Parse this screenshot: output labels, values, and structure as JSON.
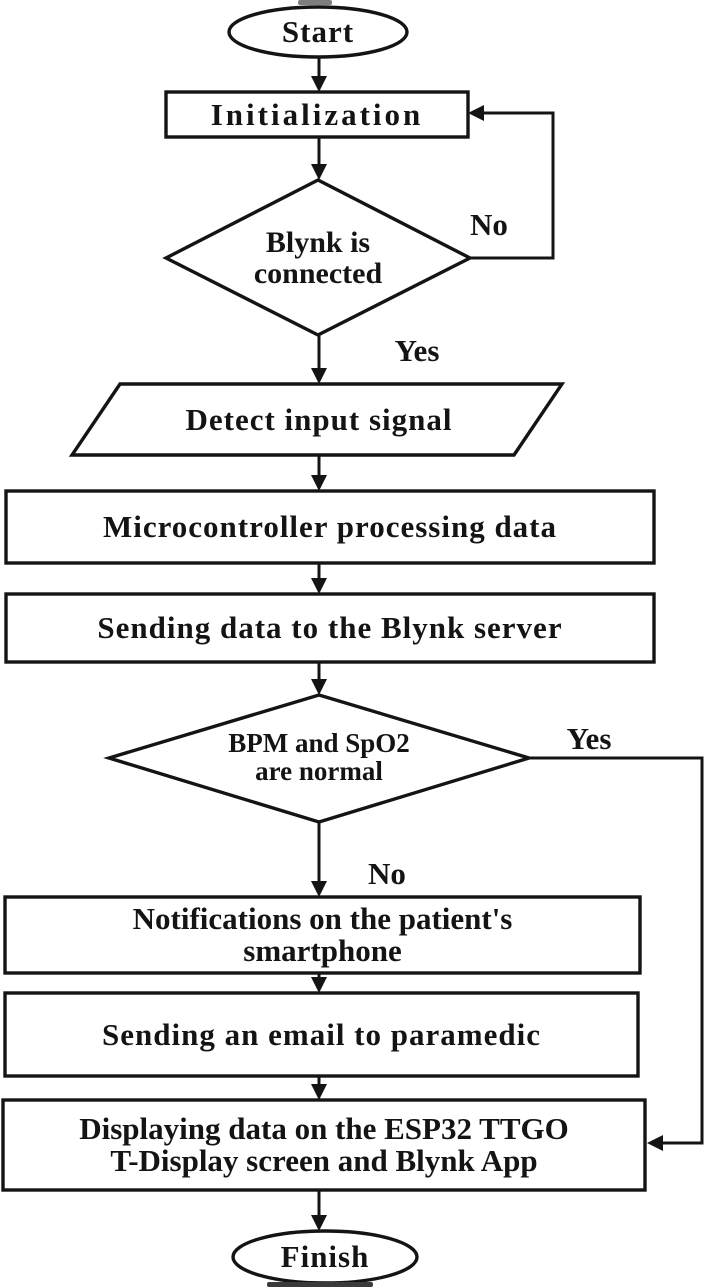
{
  "flowchart": {
    "colors": {
      "line": "#141414",
      "shape_fill": "#ffffff",
      "text": "#141414",
      "background": "#ffffff"
    },
    "nodes": {
      "start": {
        "type": "terminator",
        "label": "Start"
      },
      "initialization": {
        "type": "process",
        "label": "Initialization"
      },
      "blynk_connected": {
        "type": "decision",
        "lines": [
          "Blynk is",
          "connected"
        ]
      },
      "detect_input": {
        "type": "input-output",
        "label": "Detect input signal"
      },
      "microcontroller": {
        "type": "process",
        "label": "Microcontroller processing data"
      },
      "send_to_server": {
        "type": "process",
        "label": "Sending data to the Blynk server"
      },
      "vitals_normal": {
        "type": "decision",
        "lines": [
          "BPM and SpO2",
          "are normal"
        ]
      },
      "notifications": {
        "type": "process",
        "lines": [
          "Notifications on the patient's",
          "smartphone"
        ]
      },
      "email_paramedic": {
        "type": "process",
        "label": "Sending an email to paramedic"
      },
      "displaying": {
        "type": "process",
        "lines": [
          "Displaying data on the ESP32 TTGO",
          "T-Display screen and Blynk App"
        ]
      },
      "finish": {
        "type": "terminator",
        "label": "Finish"
      }
    },
    "edges": {
      "blynk_no": {
        "label": "No"
      },
      "blynk_yes": {
        "label": "Yes"
      },
      "normal_yes": {
        "label": "Yes"
      },
      "normal_no": {
        "label": "No"
      }
    }
  }
}
